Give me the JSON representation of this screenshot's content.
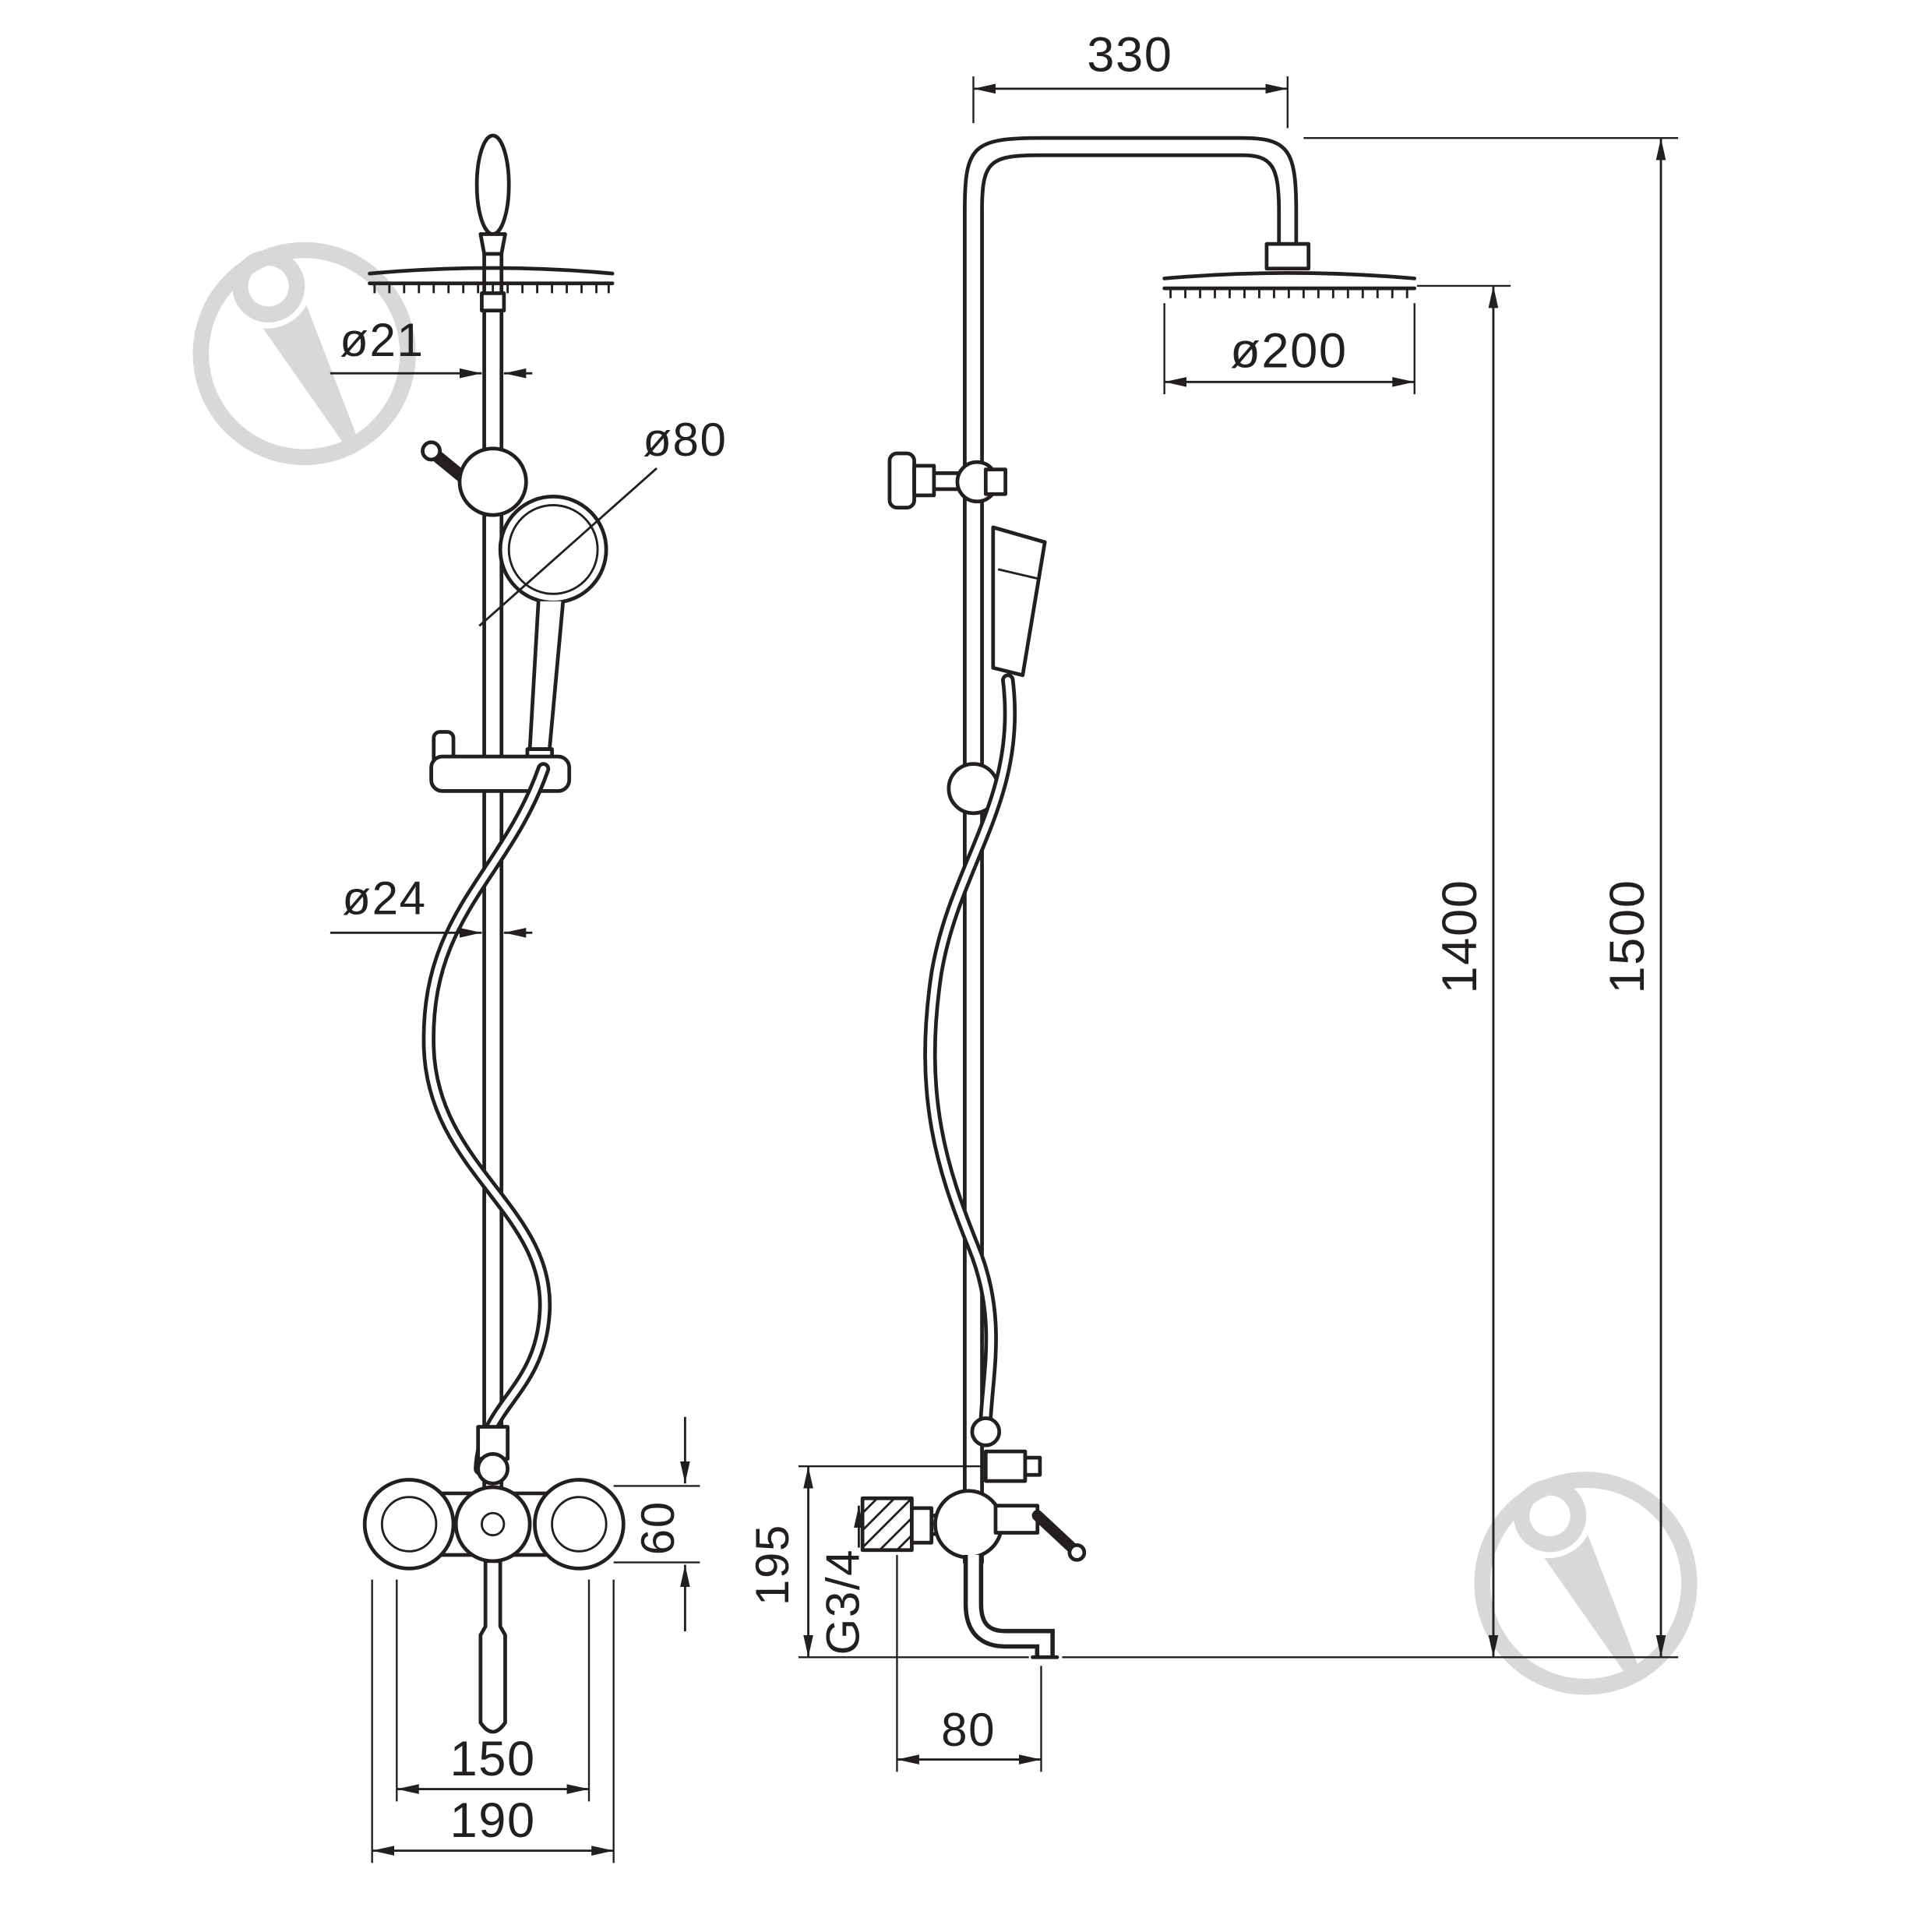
{
  "drawing": {
    "type": "technical-dimension-drawing",
    "subject": "shower-column-system-two-views",
    "line_color": "#231f20",
    "watermark_color": "#d8d8d8",
    "front_view": {
      "top_pipe_diameter": "ø21",
      "hand_shower_diameter": "ø80",
      "riser_diameter": "ø24",
      "mixer_body_height": "60",
      "inlet_spacing": "150",
      "mixer_body_width": "190"
    },
    "side_view": {
      "arm_projection": "330",
      "head_diameter": "ø200",
      "head_height": "1400",
      "total_height": "1500",
      "spout_drop": "195",
      "connection_thread": "G3/4",
      "spout_projection": "80"
    }
  }
}
